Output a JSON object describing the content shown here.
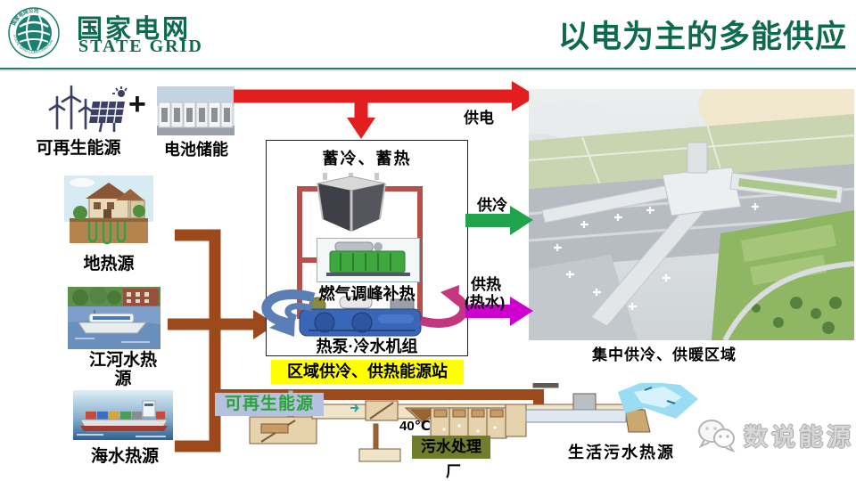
{
  "header": {
    "logo_cn": "国家电网",
    "logo_en": "STATE GRID",
    "title": "以电为主的多能供应",
    "brand_color": "#0e6a4e"
  },
  "left_sources": {
    "renewable_label": "可再生能源",
    "plus": "+",
    "battery_label": "电池储能",
    "geothermal_label": "地热源",
    "river_label": "江河水热源",
    "sea_label": "海水热源"
  },
  "station": {
    "storage_label": "蓄冷、蓄热",
    "gas_peak_label": "燃气调峰补热",
    "heatpump_label": "热泵·冷水机组",
    "name_label": "区域供冷、供热能源站",
    "name_bg": "#ffff00"
  },
  "supplies": {
    "power": "供电",
    "cooling": "供冷",
    "heating_line1": "供热",
    "heating_line2": "(热水)",
    "power_color": "#e31e1e",
    "cooling_color": "#1fa34c",
    "heating_color": "#cf00cf"
  },
  "demand_area": {
    "label": "集中供冷、供暖区域"
  },
  "sewage": {
    "renewable_tag": "可再生能源",
    "temperature": "40℃",
    "plant_label_line1": "污水处理",
    "plant_label_line2": "厂",
    "source_label": "生活污水热源"
  },
  "watermark": {
    "text": "数说能源"
  },
  "pipes": {
    "source_pipe_color": "#9c4a1b",
    "loop_color": "#b5504b"
  },
  "icons": {
    "logo": "state-grid-globe-icon",
    "renewable": "wind-turbine-solar-icon",
    "watermark": "wechat-bubbles-icon"
  }
}
